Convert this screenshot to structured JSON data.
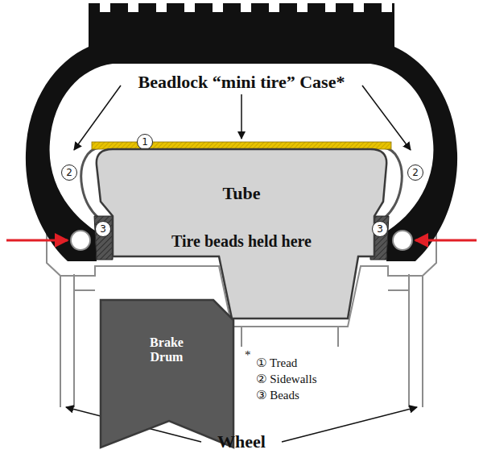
{
  "diagram": {
    "nodes": [
      {
        "text": [
          "1"
        ]
      },
      {
        "text": [
          "2"
        ]
      },
      {
        "text": [
          "2"
        ]
      },
      {
        "text": [
          "Tube"
        ]
      },
      {
        "text": [
          "3"
        ]
      },
      {
        "text": [
          "3"
        ]
      },
      {
        "text": [
          "Brake Drum"
        ]
      }
    ],
    "labels": [
      "Beadlock “mini tire” Case*",
      "Tire beads held here",
      "*",
      "① Tread",
      "② Sidewalls",
      "③ Beads",
      "Wheel"
    ]
  }
}
